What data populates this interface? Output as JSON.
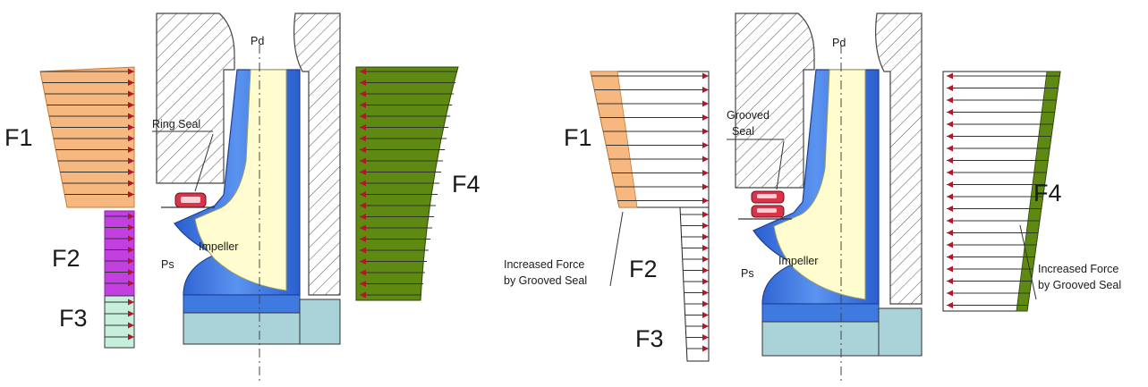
{
  "left_diagram": {
    "force_labels": {
      "f1": "F1",
      "f2": "F2",
      "f3": "F3",
      "f4": "F4"
    },
    "seal_label": "Ring Seal",
    "impeller_label": "Impeller",
    "discharge_pressure_label": "Pd",
    "suction_pressure_label": "Ps"
  },
  "right_diagram": {
    "force_labels": {
      "f1": "F1",
      "f2": "F2",
      "f3": "F3",
      "f4": "F4"
    },
    "seal_label_line1": "Grooved",
    "seal_label_line2": "Seal",
    "impeller_label": "Impeller",
    "discharge_pressure_label": "Pd",
    "suction_pressure_label": "Ps",
    "callout_left_line1": "Increased Force",
    "callout_left_line2": "by Grooved Seal",
    "callout_right_line1": "Increased Force",
    "callout_right_line2": "by Grooved Seal"
  },
  "colors": {
    "f1_fill": "#f7b880",
    "f2_fill": "#c23fe0",
    "f3_fill": "#c7f0dc",
    "f4_fill": "#5f8a12",
    "arrow": "#b0182a",
    "impeller_blue": "#3f7ae0",
    "impeller_core": "#fffcd0",
    "shaft": "#a9d3d8",
    "seal_red": "#d9344a"
  }
}
